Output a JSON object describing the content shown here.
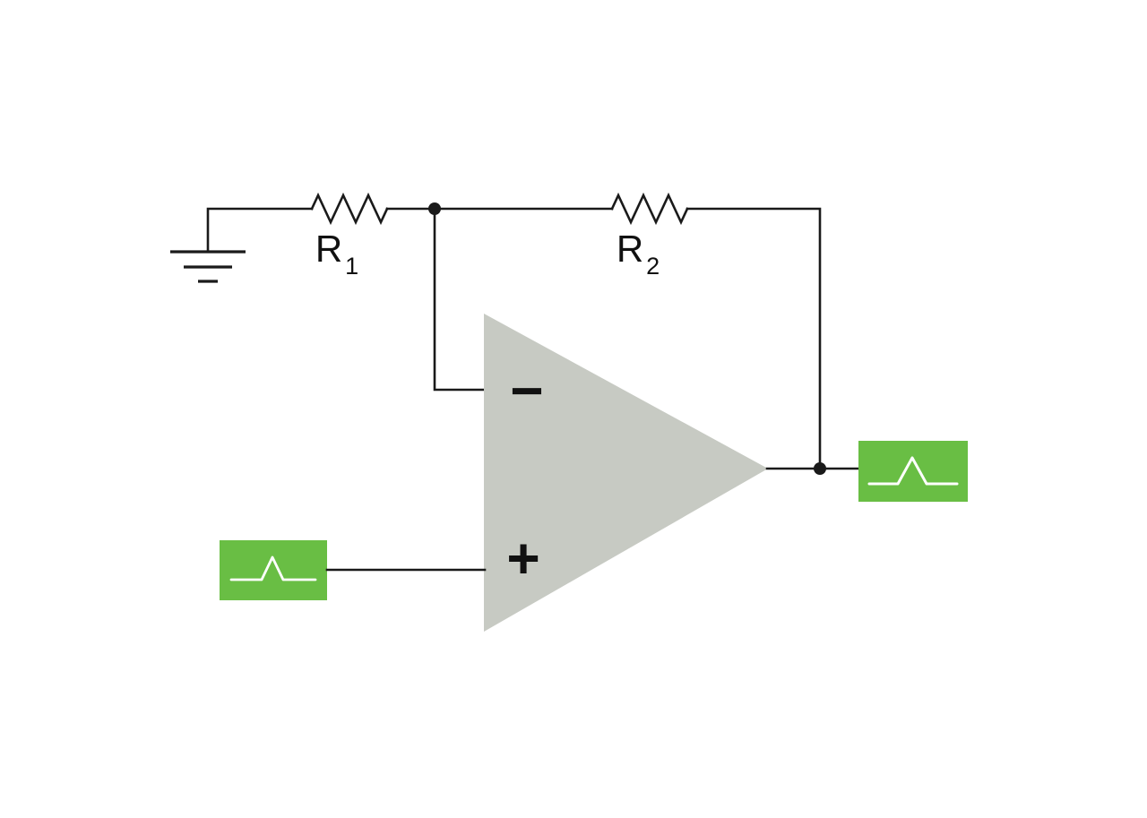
{
  "diagram": {
    "kind": "op-amp-amplifier-circuit",
    "colors": {
      "background": "#ffffff",
      "wire": "#1a1a1a",
      "text": "#111111",
      "opamp_fill": "#c7cac3",
      "signal_box_fill": "#69be44",
      "waveform_stroke": "#ffffff"
    },
    "labels": {
      "r1_base": "R",
      "r1_sub": "1",
      "r2_base": "R",
      "r2_sub": "2",
      "minus": "−",
      "plus": "+"
    },
    "icons": {
      "ground": "ground-symbol",
      "input_signal": "pulse-waveform-icon",
      "output_signal": "pulse-waveform-icon"
    }
  }
}
